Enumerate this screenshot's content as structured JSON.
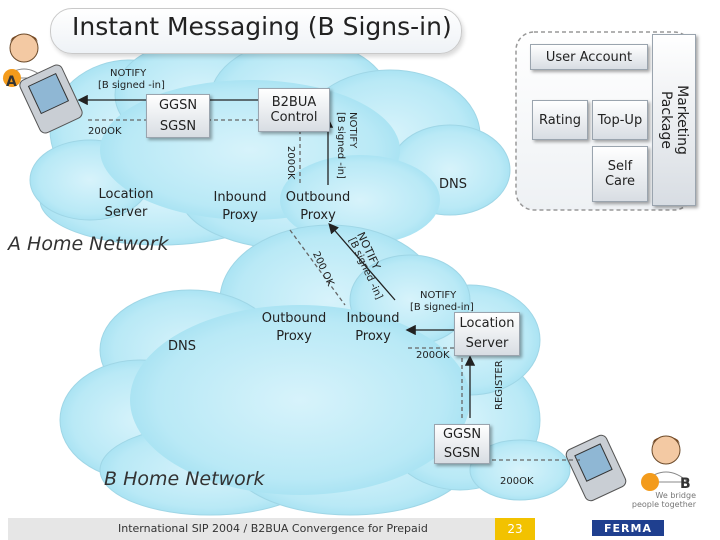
{
  "title": "Instant Messaging (B Signs-in)",
  "user_a_label": "A",
  "user_b_label": "B",
  "user_account": {
    "title": "User Account",
    "rating": "Rating",
    "topup": "Top-Up",
    "self_care": "Self\nCare",
    "marketing": "Marketing\nPackage"
  },
  "a_network": {
    "label": "A Home Network",
    "ggsn": "GGSN",
    "sgsn": "SGSN",
    "b2bua": "B2BUA\nControl",
    "location_server": "Location\nServer",
    "inbound_proxy": "Inbound\nProxy",
    "outbound_proxy": "Outbound\nProxy",
    "dns": "DNS"
  },
  "b_network": {
    "label": "B Home Network",
    "outbound_proxy": "Outbound\nProxy",
    "inbound_proxy": "Inbound\nProxy",
    "dns": "DNS",
    "location_server": "Location\nServer",
    "ggsn": "GGSN",
    "sgsn": "SGSN"
  },
  "messages": {
    "notify_a": "NOTIFY",
    "notify_a_sub": "[B signed -in]",
    "ok_a": "200OK",
    "notify_vert": "NOTIFY",
    "notify_vert_sub": "[B signed -in]",
    "ok_vert": "200OK",
    "notify_diag": "NOTIFY",
    "notify_diag_sub": "[B signed -in]",
    "ok_diag": "200 OK",
    "notify_b": "NOTIFY",
    "notify_b_sub": "[B signed-in]",
    "ok_b": "200OK",
    "register": "REGISTER",
    "ok_b_phone": "200OK"
  },
  "footer": {
    "text": "International SIP 2004 / B2BUA Convergence for Prepaid",
    "page": "23",
    "logo": "FERMA",
    "tagline": "We bridge\npeople together"
  }
}
